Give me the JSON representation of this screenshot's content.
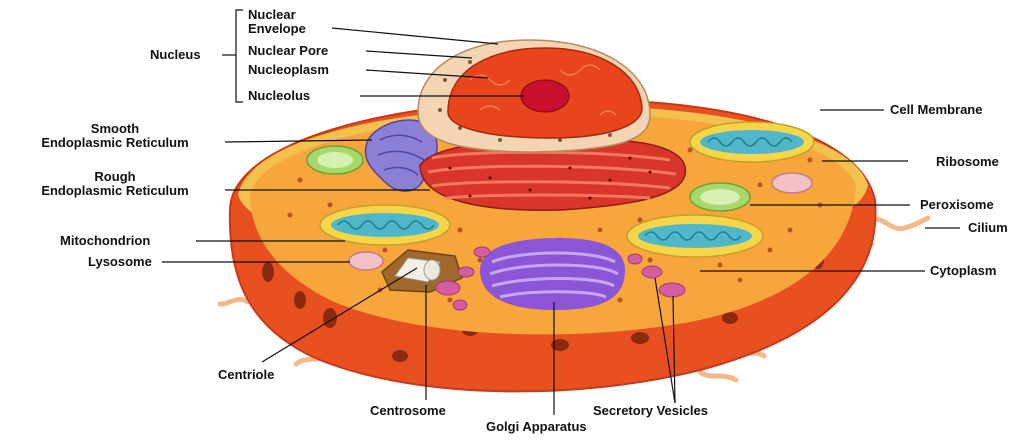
{
  "diagram": {
    "labels": {
      "nucleus": "Nucleus",
      "nuclear_envelope": "Nuclear\nEnvelope",
      "nuclear_pore": "Nuclear Pore",
      "nucleoplasm": "Nucleoplasm",
      "nucleolus": "Nucleolus",
      "smooth_er": "Smooth\nEndoplasmic Reticulum",
      "rough_er": "Rough\nEndoplasmic Reticulum",
      "mitochondrion": "Mitochondrion",
      "lysosome": "Lysosome",
      "centriole": "Centriole",
      "centrosome": "Centrosome",
      "golgi_apparatus": "Golgi Apparatus",
      "secretory_vesicles": "Secretory Vesicles",
      "cell_membrane": "Cell Membrane",
      "ribosome": "Ribosome",
      "peroxisome": "Peroxisome",
      "cilium": "Cilium",
      "cytoplasm": "Cytoplasm"
    },
    "colors": {
      "membrane_outer": "#e8501f",
      "membrane_rim": "#f2c14e",
      "cytoplasm": "#f6a63a",
      "nucleus_outer": "#f3d5b3",
      "nucleoplasm": "#e8451c",
      "nucleolus": "#c8102e",
      "rough_er": "#d9352a",
      "smooth_er": "#8b7fd6",
      "golgi": "#8a55d6",
      "mitochondrion_outer": "#f5d64a",
      "mitochondrion_inner": "#4fb7c9",
      "peroxisome": "#a6d86a",
      "vesicle": "#d45ca0",
      "lysosome": "#f0c2c8",
      "cilium": "#f4b98a"
    }
  }
}
